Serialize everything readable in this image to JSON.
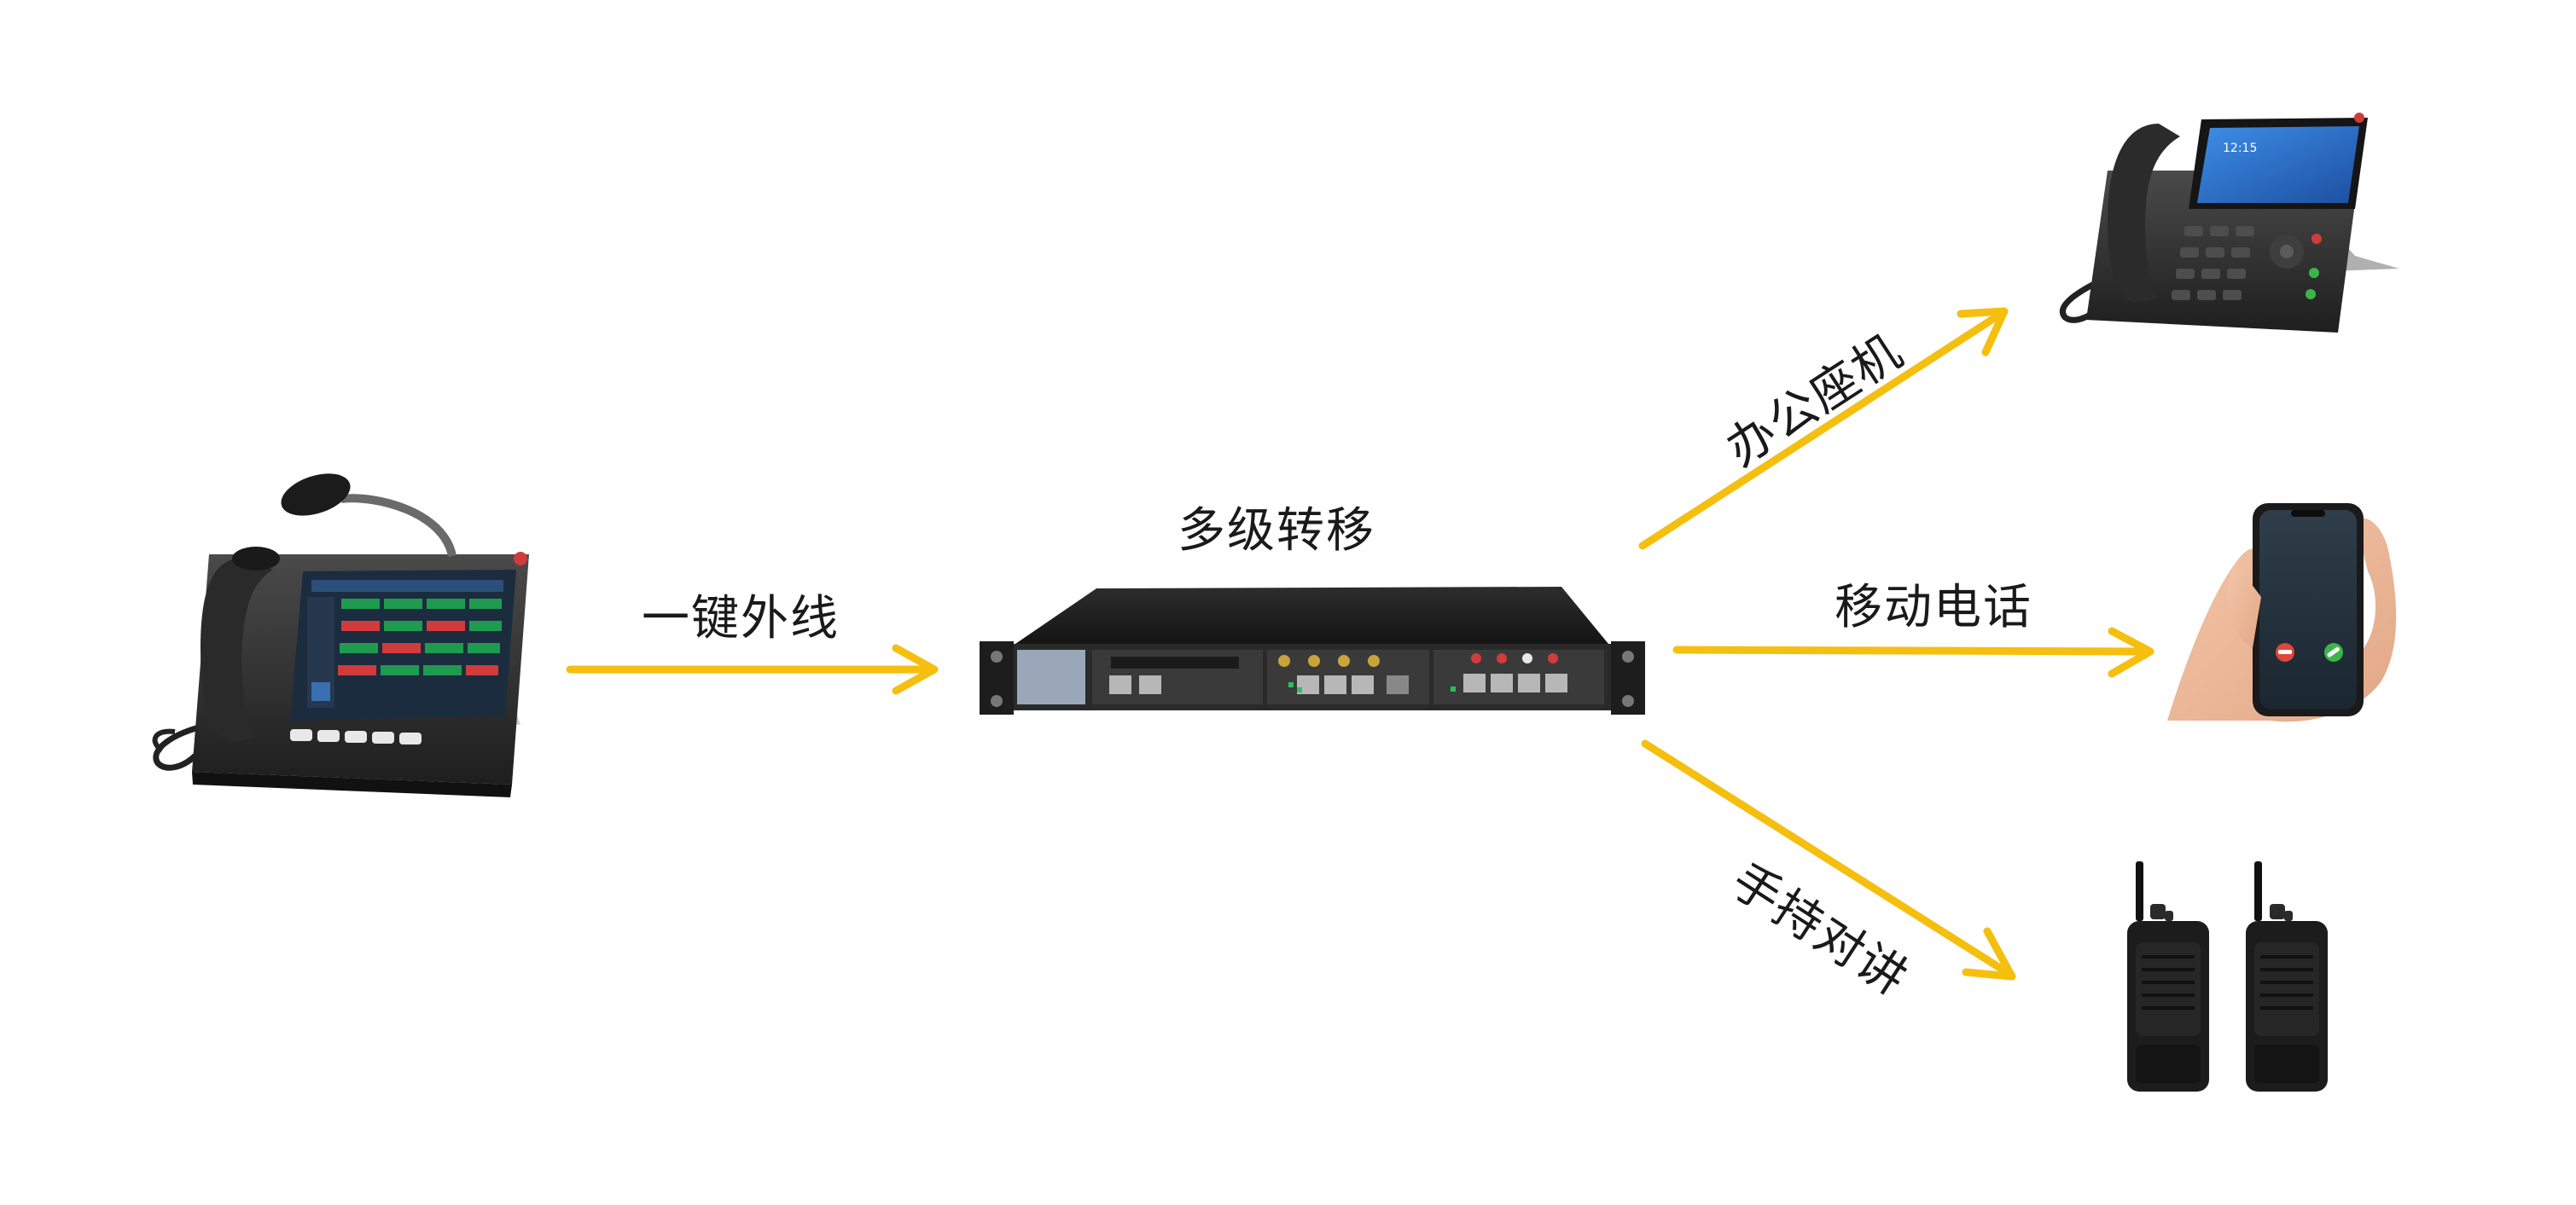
{
  "labels": {
    "one_key_outline": "一键外线",
    "multi_level_transfer": "多级转移",
    "office_phone": "办公座机",
    "mobile_phone": "移动电话",
    "handheld_radio": "手持对讲"
  },
  "mobile_screen": {
    "hangup_icon": "phone-hangup",
    "answer_icon": "phone-answer"
  },
  "desk_screen_time": "12:15",
  "colors": {
    "arrow": "#f5bf10",
    "device_dark": "#2b2b2b",
    "rack_blue": "#9aa7b8",
    "screen_blue": "#2f6fc8",
    "screen_green": "#1f9b4f",
    "screen_red": "#d23b3b",
    "hangup_red": "#e0463a",
    "answer_green": "#3bb54a"
  }
}
